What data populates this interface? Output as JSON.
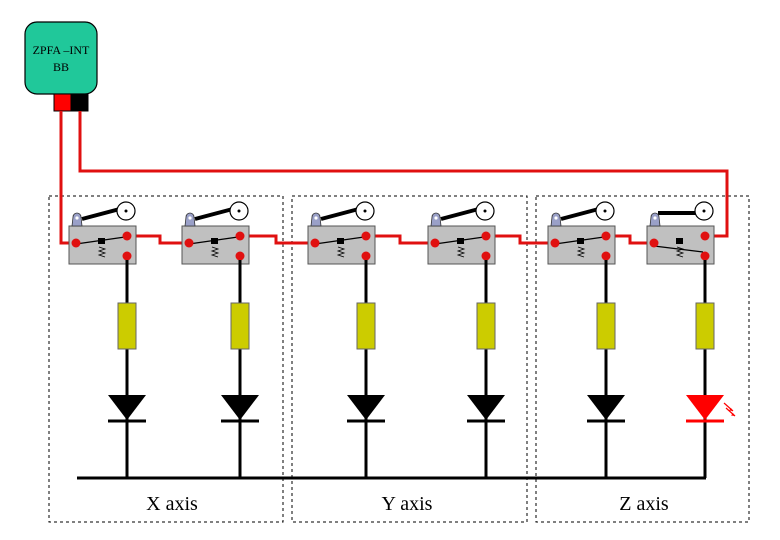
{
  "controller": {
    "line1": "ZPFA –INT",
    "line2": "BB",
    "color": "#20c89a"
  },
  "axes": [
    {
      "label": "X axis",
      "switch_count": 2
    },
    {
      "label": "Y axis",
      "switch_count": 2
    },
    {
      "label": "Z axis",
      "switch_count": 2
    }
  ],
  "channels": [
    {
      "axis": "X axis",
      "switch_state": "open",
      "indicator": "off"
    },
    {
      "axis": "X axis",
      "switch_state": "open",
      "indicator": "off"
    },
    {
      "axis": "Y axis",
      "switch_state": "open",
      "indicator": "off"
    },
    {
      "axis": "Y axis",
      "switch_state": "open",
      "indicator": "off"
    },
    {
      "axis": "Z axis",
      "switch_state": "open",
      "indicator": "off"
    },
    {
      "axis": "Z axis",
      "switch_state": "actuated",
      "indicator": "on"
    }
  ],
  "colors": {
    "wire": "#e01010",
    "switch_body": "#c0c0c0",
    "terminal": "#e01010",
    "resistor": "#cccc00",
    "diode_off": "#000000",
    "diode_on": "#ff0000",
    "connector_pos": "#ff0000",
    "connector_neg": "#000000"
  }
}
